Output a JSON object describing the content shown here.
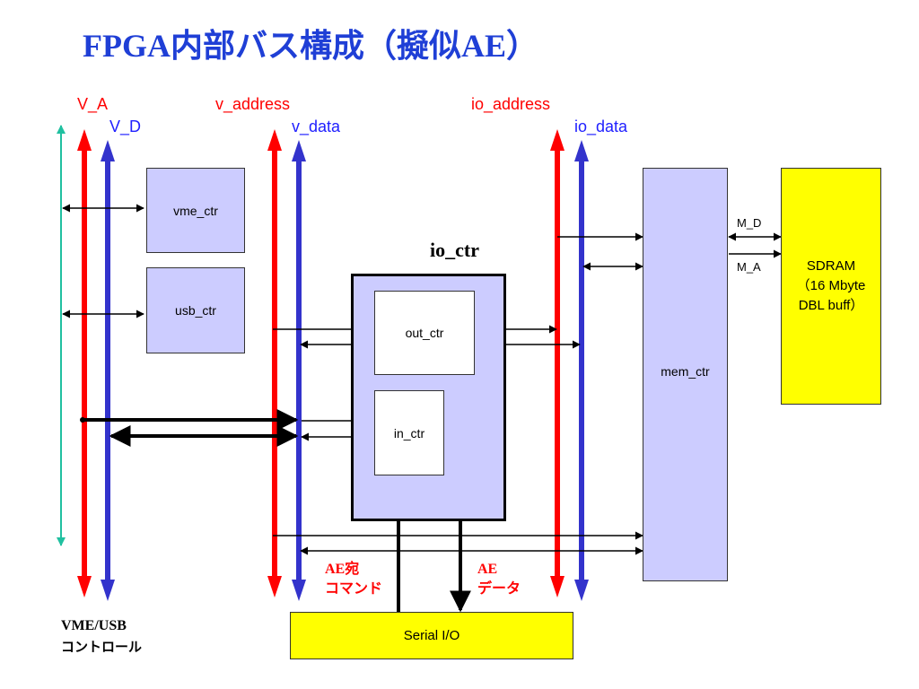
{
  "title": "FPGA内部バス構成（擬似AE）",
  "buses": {
    "v_a": "V_A",
    "v_d": "V_D",
    "v_address": "v_address",
    "v_data": "v_data",
    "io_address": "io_address",
    "io_data": "io_data"
  },
  "blocks": {
    "vme_ctr": "vme_ctr",
    "usb_ctr": "usb_ctr",
    "io_ctr": "io_ctr",
    "out_ctr": "out_ctr",
    "in_ctr": "in_ctr",
    "mem_ctr": "mem_ctr",
    "serial_io": "Serial I/O",
    "sdram_line1": "SDRAM",
    "sdram_line2": "（16 Mbyte",
    "sdram_line3": "DBL buff）"
  },
  "signals": {
    "m_d": "M_D",
    "m_a": "M_A"
  },
  "annotations": {
    "ae_cmd_line1": "AE宛",
    "ae_cmd_line2": "コマンド",
    "ae_data_line1": "AE",
    "ae_data_line2": "データ",
    "vme_usb_line1": "VME/USB",
    "vme_usb_line2": "コントロール"
  },
  "colors": {
    "title": "#1f3fd6",
    "address_bus": "#ff0000",
    "data_bus": "#2020ff",
    "control_line": "#20c0a0",
    "block_fill": "#ccccff",
    "memory_fill": "#ffff00"
  }
}
